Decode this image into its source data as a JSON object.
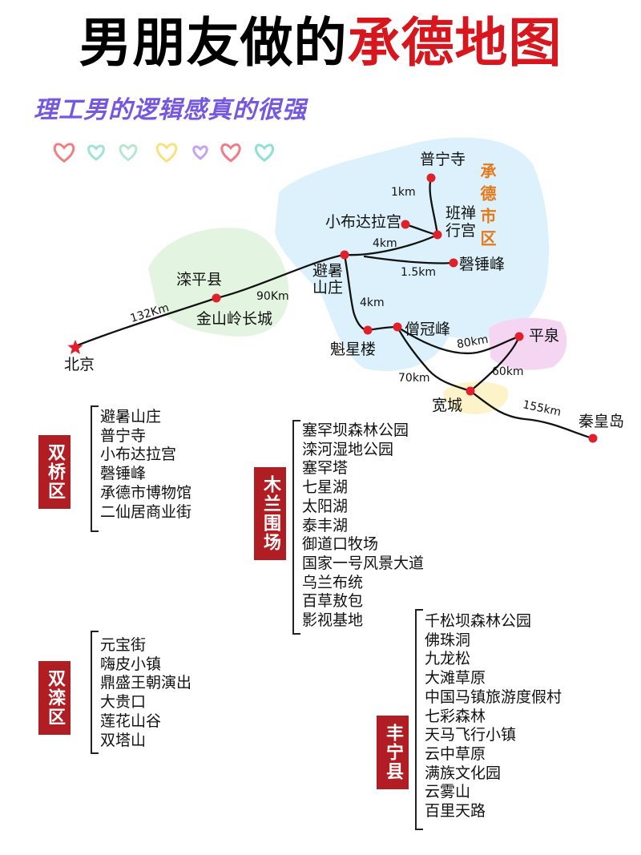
{
  "title": {
    "main": "男朋友做的",
    "highlight": "承德地图"
  },
  "subtitle": "理工男的逻辑感真的很强",
  "map": {
    "region_label": "承德市区",
    "places": {
      "puning": "普宁寺",
      "xiaobuda": "小布达拉宫",
      "banchan": "班禅行宫",
      "qingchui": "磬锤峰",
      "bishu": "避暑山庄",
      "luanping": "滦平县",
      "jinshanling": "金山岭长城",
      "beijing": "北京",
      "kuixing": "魁星楼",
      "sengguan": "僧冠峰",
      "pingquan": "平泉",
      "kuancheng": "宽城",
      "qinhuangdao": "秦皇岛"
    },
    "distances": {
      "puning_banchan": "1km",
      "xiaobuda_bishu": "4km",
      "qingchui": "1.5km",
      "bishu_kuixing": "4km",
      "beijing_luanping": "132Km",
      "luanping_bishu": "90Km",
      "sengguan_pingquan": "80km",
      "sengguan_kuancheng": "70km",
      "pingquan_kuancheng": "60km",
      "kuancheng_qinhuangdao": "155km"
    },
    "colors": {
      "route": "#111111",
      "marker": "#e0202a",
      "beijing_star": "#e0202a",
      "urban_area": "#dcf1fb",
      "luanping_area": "#e3f5e0",
      "pingquan_area": "#f4d6f2",
      "kuancheng_area": "#fdf3c8"
    }
  },
  "districts": [
    {
      "name": "双桥区",
      "items": [
        "避暑山庄",
        "普宁寺",
        "小布达拉宫",
        "磬锤峰",
        "承德市博物馆",
        "二仙居商业街"
      ]
    },
    {
      "name": "木兰围场",
      "items": [
        "塞罕坝森林公园",
        "滦河湿地公园",
        "塞罕塔",
        "七星湖",
        "太阳湖",
        "泰丰湖",
        "御道口牧场",
        "国家一号风景大道",
        "乌兰布统",
        "百草敖包",
        "影视基地"
      ]
    },
    {
      "name": "双滦区",
      "items": [
        "元宝街",
        "嗨皮小镇",
        "鼎盛王朝演出",
        "大贵口",
        "莲花山谷",
        "双塔山"
      ]
    },
    {
      "name": "丰宁县",
      "items": [
        "千松坝森林公园",
        "佛珠洞",
        "九龙松",
        "大滩草原",
        "中国马镇旅游度假村",
        "七彩森林",
        "天马飞行小镇",
        "云中草原",
        "满族文化园",
        "云雾山",
        "百里天路"
      ]
    }
  ],
  "hearts": [
    "#f08080",
    "#9fe3d6",
    "#b7e6d3",
    "#f7e17a",
    "#c6a4f0",
    "#f47a8a",
    "#8ee0d8"
  ]
}
